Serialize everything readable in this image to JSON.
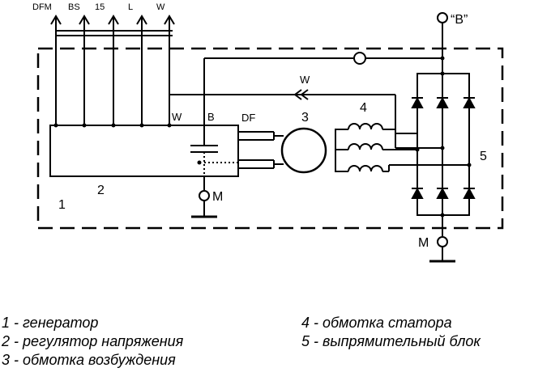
{
  "terminals_top": [
    "DFM",
    "BS",
    "15",
    "L",
    "W"
  ],
  "terminal_b_plus": "“B”",
  "terminal_w": "W",
  "terminal_w_inner": "W",
  "terminal_b_inner": "B",
  "terminal_df": "DF",
  "ground_label_left": "M",
  "ground_label_right": "M",
  "part_numbers": {
    "generator": "1",
    "regulator": "2",
    "field_winding": "3",
    "stator_winding": "4",
    "rectifier": "5"
  },
  "legend_left": [
    "1 - генератор",
    "2 - регулятор напряжения",
    "3 - обмотка возбуждения"
  ],
  "legend_right": [
    "4 - обмотка статора",
    "5 - выпрямительный блок"
  ]
}
